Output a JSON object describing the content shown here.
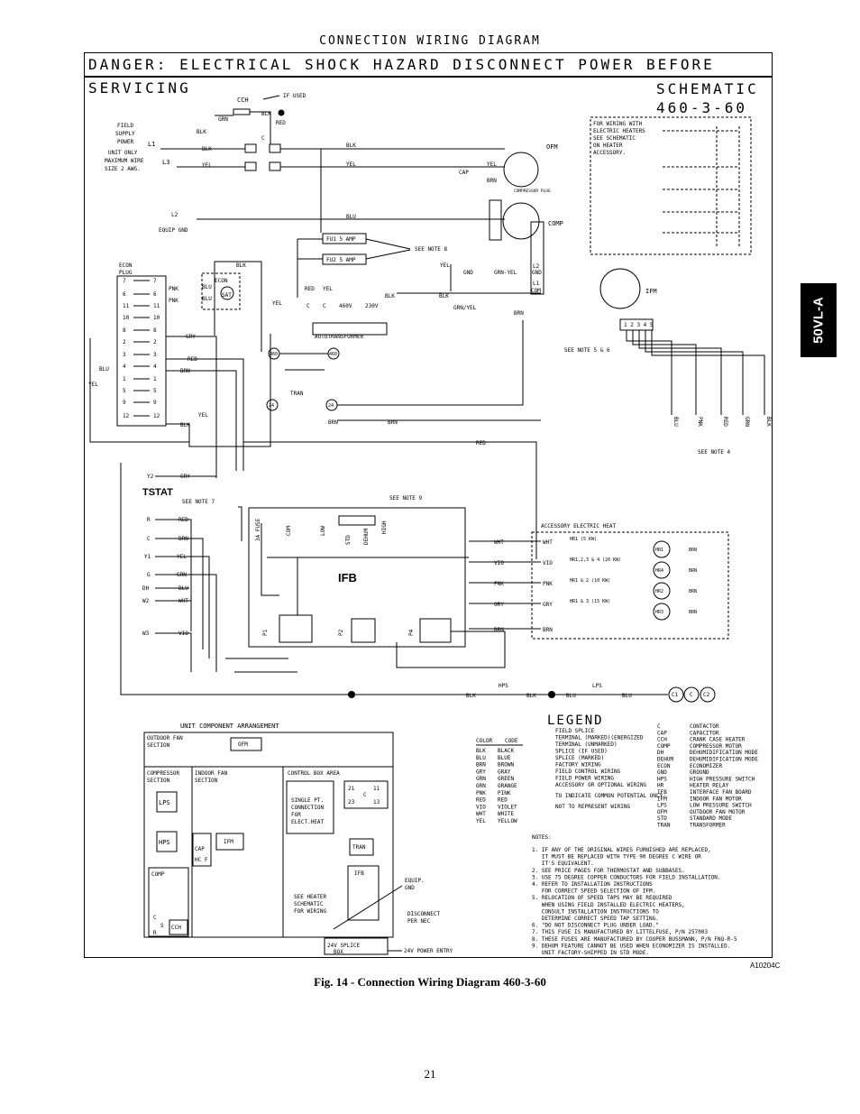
{
  "page_title": "CONNECTION WIRING DIAGRAM",
  "danger": "DANGER: ELECTRICAL SHOCK HAZARD DISCONNECT POWER BEFORE SERVICING",
  "schematic": {
    "line1": "SCHEMATIC",
    "line2": "460-3-60"
  },
  "side_tab": "50VL-A",
  "power": {
    "cch": "CCH",
    "if_used": "IF USED",
    "grn": "GRN",
    "blk": "BLK",
    "red": "RED",
    "c": "C",
    "field_supply": [
      "FIELD",
      "SUPPLY",
      "POWER"
    ],
    "max_wire": [
      "UNIT ONLY",
      "MAXIMUM WIRE",
      "SIZE 2 AWG."
    ],
    "l1": "L1",
    "l3": "L3",
    "l2": "L2",
    "yel": "YEL",
    "equip_gnd": "EQUIP GND"
  },
  "heater_note": [
    "FOR WIRING WITH",
    "ELECTRIC HEATERS",
    "SEE SCHEMATIC",
    "ON HEATER",
    "ACCESSORY."
  ],
  "motors": {
    "ofm": "OFM",
    "comp": "COMP",
    "cap": "CAP",
    "brn": "BRN",
    "compressor_plug": "COMPRESSOR PLUG",
    "blu": "BLU",
    "ifm": "IFM"
  },
  "fuses": {
    "fu1": "FU1 5 AMP",
    "fu2": "FU2 5 AMP",
    "see_note_8": "SEE NOTE 8"
  },
  "autotransformer": {
    "label": "AUTOTRANSFORMER",
    "taps": [
      "C",
      "C",
      "460V",
      "230V"
    ],
    "red": "RED",
    "yel": "YEL",
    "blk": "BLK"
  },
  "econ": {
    "plug": "ECON PLUG",
    "econ": "ECON",
    "sat": "SAT",
    "pnk": "PNK",
    "blu": "BLU",
    "pins": [
      "7",
      "6",
      "11",
      "10",
      "8",
      "2",
      "3",
      "4",
      "1",
      "5",
      "9",
      "12"
    ]
  },
  "wires": {
    "gry": "GRY",
    "red": "RED",
    "brn": "BRN",
    "blk": "BLK",
    "yel": "YEL",
    "blu": "BLU",
    "grn_yel": "GRN-YEL",
    "grn_yel2": "GRN/YEL",
    "gnd": "GND",
    "l1": "L1",
    "l2": "L2",
    "com": "COM"
  },
  "tran": {
    "label": "TRAN",
    "p460": "460",
    "p24": "24"
  },
  "notes_refs": {
    "see_note_5_6": "SEE NOTE 5 & 6",
    "see_note_4": "SEE NOTE 4",
    "see_note_7": "SEE NOTE 7",
    "see_note_9": "SEE NOTE 9",
    "ifm_pins": "1 2 3 4 5"
  },
  "heater_leads": [
    "BLU",
    "PNK",
    "RED",
    "GRN",
    "BLK"
  ],
  "tstat": {
    "label": "TSTAT",
    "y2": "Y2",
    "r": "R",
    "c": "C",
    "y1": "Y1",
    "g": "G",
    "dh": "DH",
    "w2": "W2",
    "w3": "W3",
    "wires": [
      "GRY",
      "RED",
      "BRN",
      "YEL",
      "GRN",
      "BLU",
      "WHT",
      "VIO"
    ]
  },
  "ifb": {
    "label": "IFB",
    "p1": "P1",
    "p2": "P2",
    "p4": "P4",
    "low": "LOW",
    "std": "STD",
    "dehum": "DEHUM",
    "high": "HIGH",
    "fuse": "3A FUSE",
    "com": "COM"
  },
  "heaters": {
    "accessory": "ACCESSORY ELECTRIC HEAT",
    "rows": [
      {
        "wire": "WHT",
        "wire2": "WHT",
        "label": "HR1 (5 KW)",
        "id": "HR1"
      },
      {
        "wire": "VIO",
        "wire2": "VIO",
        "label": "HR1,2,3 & 4 (20 KW)",
        "id": "HR4"
      },
      {
        "wire": "PNK",
        "wire2": "PNK",
        "label": "HR1 & 2 (10 KW)",
        "id": "HR2"
      },
      {
        "wire": "GRY",
        "wire2": "GRY",
        "label": "HR1 & 3 (15 KW)",
        "id": "HR3"
      },
      {
        "wire": "BRN",
        "wire2": "BRN",
        "label": "",
        "id": ""
      }
    ],
    "brn": "BRN"
  },
  "safety": {
    "blk": "BLK",
    "hps": "HPS",
    "blk2": "BLK",
    "blu": "BLU",
    "lps": "LPS",
    "blu2": "BLU",
    "c1": "C1",
    "c": "C",
    "c2": "C2"
  },
  "arrangement": {
    "title": "UNIT COMPONENT ARRANGEMENT",
    "outdoor": "OUTDOOR FAN SECTION",
    "ofm": "OFM",
    "compressor": "COMPRESSOR SECTION",
    "indoor": "INDOOR FAN SECTION",
    "control": "CONTROL BOX AREA",
    "lps": "LPS",
    "hps": "HPS",
    "comp": "COMP",
    "c": "C",
    "s": "S",
    "r": "R",
    "cch": "CCH",
    "cap": "CAP",
    "hcf": "HC F",
    "ifm": "IFM",
    "single_pt": "SINGLE PT. CONNECTION FOR ELECT.HEAT",
    "see_heater": "SEE HEATER SCHEMATIC FOR WIRING",
    "c_block": [
      "21",
      "11",
      "C",
      "23",
      "13"
    ],
    "tran": "TRAN",
    "ifb": "IFB",
    "equip_gnd": "EQUIP. GND",
    "disconnect": "DISCONNECT PER NEC",
    "splice": "24V SPLICE BOX",
    "power_entry": "24V POWER ENTRY"
  },
  "legend": {
    "title": "LEGEND",
    "symbols": [
      "FIELD SPLICE",
      "TERMINAL (MARKED)(ENERGIZED",
      "TERMINAL (UNMARKED)",
      "SPLICE (IF USED)",
      "SPLICE (MARKED)",
      "FACTORY WIRING",
      "FIELD CONTROL WIRING",
      "FIELD POWER WIRING",
      "ACCESSORY OR OPTIONAL WIRING",
      "TO INDICATE COMMON POTENTIAL ONLY;",
      "NOT TO REPRESENT WIRING"
    ],
    "color_code_header": [
      "COLOR",
      "CODE"
    ],
    "color_codes": [
      [
        "BLK",
        "BLACK"
      ],
      [
        "BLU",
        "BLUE"
      ],
      [
        "BRN",
        "BROWN"
      ],
      [
        "GRY",
        "GRAY"
      ],
      [
        "GRN",
        "GREEN"
      ],
      [
        "ORN",
        "ORANGE"
      ],
      [
        "PNK",
        "PINK"
      ],
      [
        "RED",
        "RED"
      ],
      [
        "VIO",
        "VIOLET"
      ],
      [
        "WHT",
        "WHITE"
      ],
      [
        "YEL",
        "YELLOW"
      ]
    ],
    "abbreviations": [
      [
        "C",
        "CONTACTOR"
      ],
      [
        "CAP",
        "CAPACITOR"
      ],
      [
        "CCH",
        "CRANK CASE HEATER"
      ],
      [
        "COMP",
        "COMPRESSOR MOTOR"
      ],
      [
        "DH",
        "DEHUMIDIFICATION MODE"
      ],
      [
        "DEHUM",
        "DEHUMIDIFICATION MODE"
      ],
      [
        "ECON",
        "ECONOMIZER"
      ],
      [
        "GND",
        "GROUND"
      ],
      [
        "HPS",
        "HIGH PRESSURE SWITCH"
      ],
      [
        "HR",
        "HEATER RELAY"
      ],
      [
        "IFB",
        "INTERFACE FAN BOARD"
      ],
      [
        "IFM",
        "INDOOR FAN MOTOR"
      ],
      [
        "LPS",
        "LOW PRESSURE SWITCH"
      ],
      [
        "OFM",
        "OUTDOOR FAN MOTOR"
      ],
      [
        "STD",
        "STANDARD MODE"
      ],
      [
        "TRAN",
        "TRANSFORMER"
      ]
    ]
  },
  "notes": {
    "title": "NOTES:",
    "lines": [
      "1. IF ANY OF THE ORIGINAL WIRES FURNISHED ARE REPLACED,",
      "   IT MUST BE REPLACED WITH TYPE 90 DEGREE C WIRE OR",
      "   IT'S EQUIVALENT.",
      "2. SEE PRICE PAGES FOR THERMOSTAT AND SUBBASES.",
      "3. USE 75 DEGREE COPPER CONDUCTORS FOR FIELD INSTALLATION.",
      "4. REFER TO INSTALLATION INSTRUCTIONS",
      "   FOR CORRECT SPEED SELECTION OF IFM.",
      "5. RELOCATION OF SPEED TAPS MAY BE REQUIRED",
      "   WHEN USING FIELD INSTALLED ELECTRIC HEATERS,",
      "   CONSULT INSTALLATION INSTRUCTIONS TO",
      "   DETERMINE CORRECT SPEED TAP SETTING.",
      "6. \"DO NOT DISCONNECT PLUG UNDER LOAD.\"",
      "7. THIS FUSE IS MANUFACTURED BY LITTELFUSE, P/N 257003",
      "8. THESE FUSES ARE MANUFACTURED BY COOPER BUSSMANN, P/N FNQ-R-5",
      "9. DEHUM FEATURE CANNOT BE USED WHEN ECONOMIZER IS INSTALLED.",
      "   UNIT FACTORY-SHIPPED IN STD MODE."
    ]
  },
  "figure_ref": "A10204C",
  "caption": "Fig. 14 - Connection Wiring Diagram 460-3-60",
  "page_number": "21"
}
